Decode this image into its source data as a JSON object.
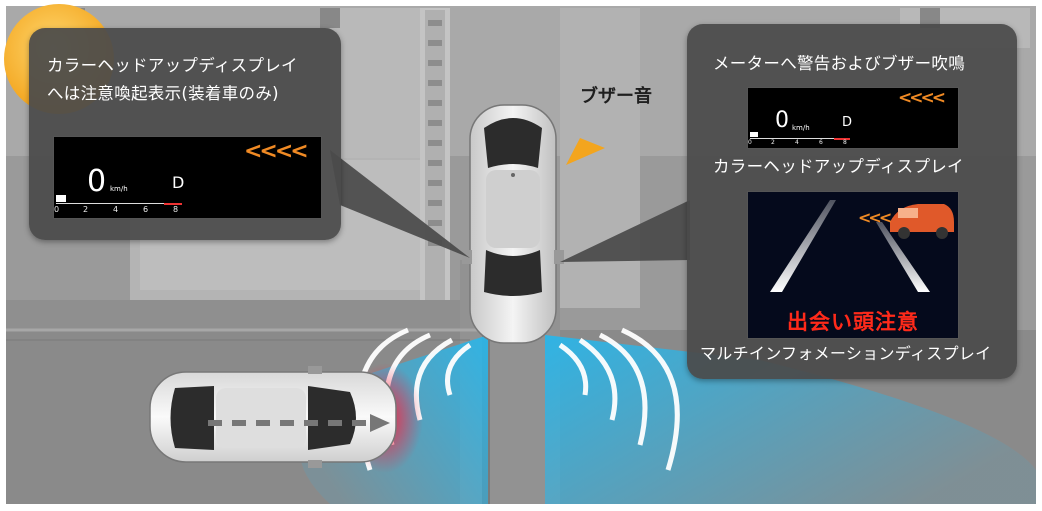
{
  "left_callout": {
    "caption_line1": "カラーヘッドアップディスプレイ",
    "caption_line2": "へは注意喚起表示(装着車のみ)",
    "hud": {
      "speed": "0",
      "unit": "km/h",
      "gear": "D",
      "chevrons": "<<<<",
      "scale_ticks": [
        "0",
        "2",
        "4",
        "6",
        "8"
      ]
    }
  },
  "buzzer_bubble": {
    "label": "ブザー音",
    "color": "#f7b731"
  },
  "right_callout": {
    "caption_top": "メーターへ警告およびブザー吹鳴",
    "hud": {
      "speed": "0",
      "unit": "km/h",
      "gear": "D",
      "chevrons": "<<<<",
      "scale_ticks": [
        "0",
        "2",
        "4",
        "6",
        "8"
      ]
    },
    "hud_caption": "カラーヘッドアップディスプレイ",
    "mid_display": {
      "warning": "出会い頭注意",
      "warning_color": "#ff2a1a",
      "chevrons": "<<<"
    },
    "mid_caption": "マルチインフォメーションディスプレイ"
  },
  "colors": {
    "sensor_blue": "#3fc4ee",
    "alert_chevron": "#f08a24",
    "panel_gray": "#4a4a4a"
  }
}
